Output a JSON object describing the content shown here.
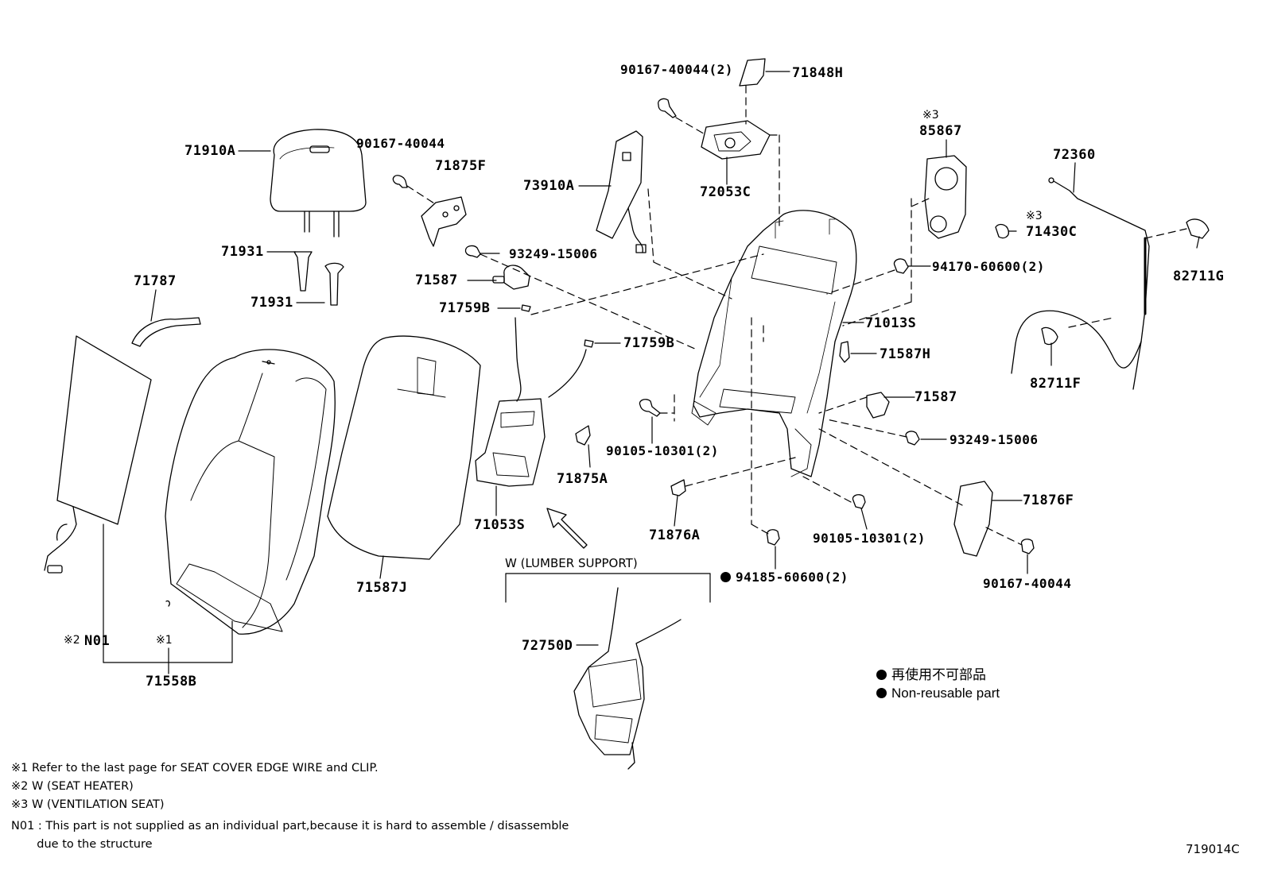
{
  "diagram": {
    "part_labels": {
      "p71910A": "71910A",
      "p90167_40044_a": "90167-40044",
      "p71875F": "71875F",
      "p73910A": "73910A",
      "p90167_40044_2": "90167-40044(2)",
      "p71848H": "71848H",
      "p72053C": "72053C",
      "p85867": "85867",
      "p72360": "72360",
      "p71430C": "71430C",
      "p82711G": "82711G",
      "p71931_a": "71931",
      "p71931_b": "71931",
      "p93249_15006_a": "93249-15006",
      "p71587_a": "71587",
      "p71787": "71787",
      "p71759B_a": "71759B",
      "p94170_60600": "94170-60600(2)",
      "p71013S": "71013S",
      "p71759B_b": "71759B",
      "p71587H": "71587H",
      "p82711F": "82711F",
      "p71587_b": "71587",
      "p90105_10301_a": "90105-10301(2)",
      "p93249_15006_b": "93249-15006",
      "p71875A": "71875A",
      "p71876F": "71876F",
      "p71053S": "71053S",
      "p71876A": "71876A",
      "p90105_10301_b": "90105-10301(2)",
      "p90167_40044_b": "90167-40044",
      "p94185_60600": "94185-60600(2)",
      "p71587J": "71587J",
      "pN01": "N01",
      "p71558B": "71558B",
      "p72750D": "72750D"
    },
    "reference_marks": {
      "m85867": "※3",
      "m71430C": "※3",
      "mN01": "※2",
      "mClip": "※1"
    },
    "lumbar_group_label": "W (LUMBER  SUPPORT)",
    "legend": {
      "jp": "再使用不可部品",
      "en": "Non-reusable part"
    },
    "footnotes": [
      "※1  Refer to the last page for SEAT COVER EDGE WIRE and CLIP.",
      "※2  W (SEAT  HEATER)",
      "※3  W (VENTILATION  SEAT)",
      "N01 : This part is not supplied as an individual part,because it is hard to assemble / disassemble",
      "       due to the structure"
    ],
    "figure_id": "719014C"
  }
}
